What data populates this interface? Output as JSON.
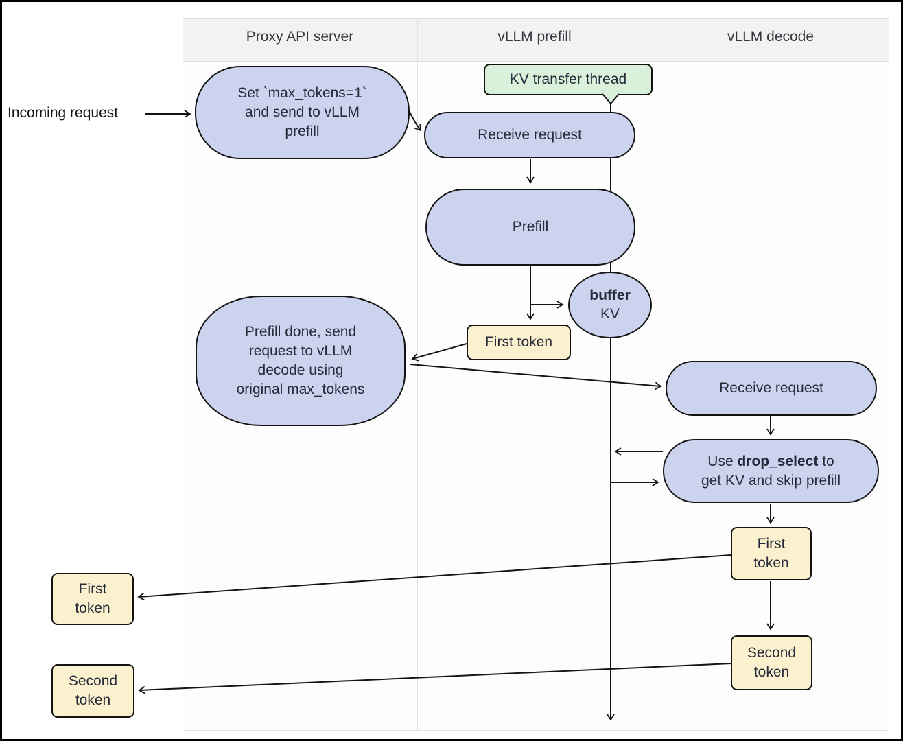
{
  "columns": [
    {
      "label": "Proxy API server"
    },
    {
      "label": "vLLM prefill"
    },
    {
      "label": "vLLM decode"
    }
  ],
  "incoming_label": "Incoming request",
  "nodes": {
    "set_max_tokens": [
      "Set `max_tokens=1`",
      "and send to vLLM",
      "prefill"
    ],
    "kv_transfer_thread": "KV transfer thread",
    "receive_request_prefill": "Receive request",
    "prefill": "Prefill",
    "buffer": {
      "bold": "buffer",
      "sub": "KV"
    },
    "first_token_prefill": "First token",
    "prefill_done": [
      "Prefill done, send",
      "request to vLLM",
      "decode using",
      "original max_tokens"
    ],
    "receive_request_decode": "Receive request",
    "drop_select": {
      "pre": "Use ",
      "bold": "drop_select",
      "post": " to",
      "line2": "get KV and skip prefill"
    },
    "first_token_decode": [
      "First",
      "token"
    ],
    "second_token_decode": [
      "Second",
      "token"
    ],
    "first_token_out": [
      "First",
      "token"
    ],
    "second_token_out": [
      "Second",
      "token"
    ]
  },
  "colors": {
    "node_blue": "#ccd3ee",
    "node_yellow": "#fcf1cf",
    "node_green": "#d9f0da",
    "header_bg": "#f2f2f2",
    "line_dark": "#141414"
  }
}
